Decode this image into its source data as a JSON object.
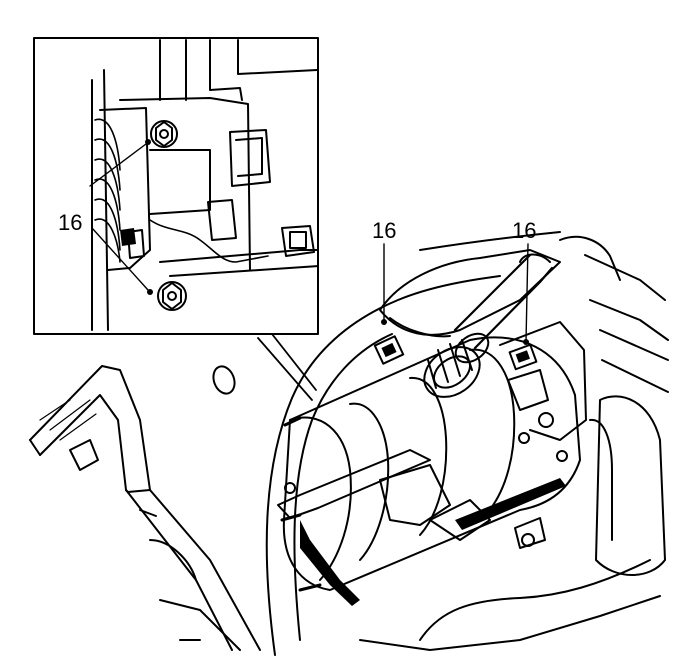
{
  "diagram": {
    "labels": {
      "inset_callout": "16",
      "main_callout_left": "16",
      "main_callout_right": "16"
    },
    "colors": {
      "ink": "#000000",
      "paper": "#ffffff",
      "shade": "#7a7a7a"
    }
  }
}
